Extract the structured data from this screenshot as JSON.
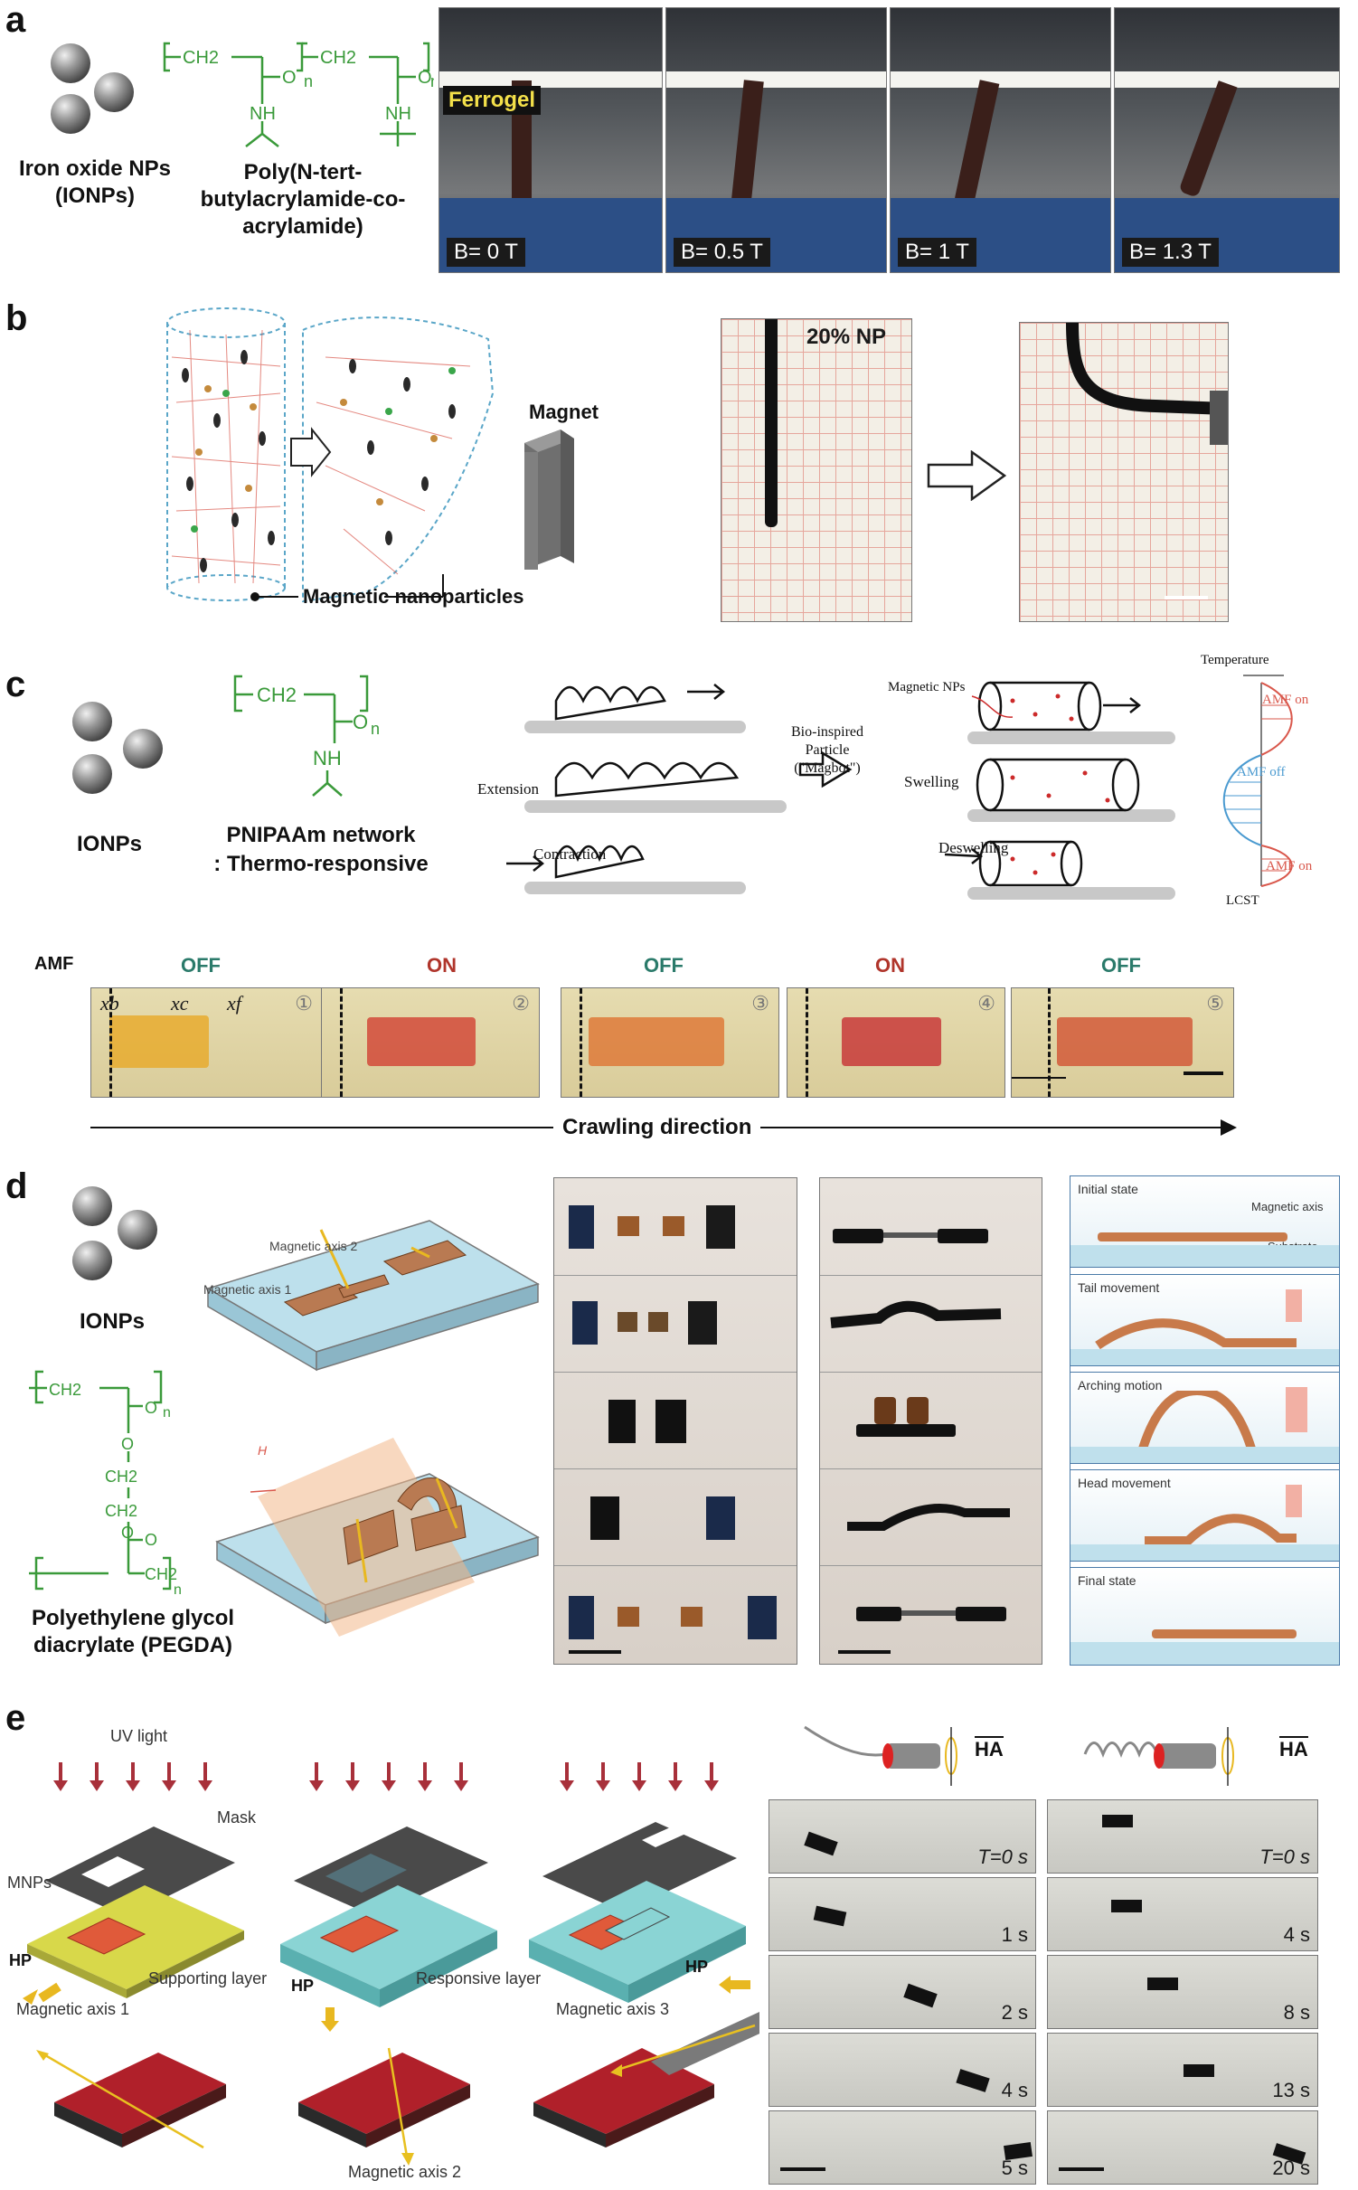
{
  "panels": {
    "a": {
      "label": "a",
      "ionp_label": "Iron oxide NPs\n(IONPs)",
      "polymer_label": "Poly(N-tert-\nbutylacrylamide-co-\nacrylamide)",
      "chem": {
        "ch2a": "CH2",
        "ch2b": "CH2",
        "n1": "n",
        "n2": "n",
        "nh1": "NH",
        "nh2": "NH",
        "o1": "O",
        "o2": "O"
      },
      "ferrogel_label": "Ferrogel",
      "field_labels": [
        "B= 0 T",
        "B= 0.5 T",
        "B= 1 T",
        "B= 1.3 T"
      ]
    },
    "b": {
      "label": "b",
      "magnet_label": "Magnet",
      "nanoparticles_label": "Magnetic nanoparticles",
      "np_percent_label": "20% NP"
    },
    "c": {
      "label": "c",
      "ionp_label": "IONPs",
      "network_label": "PNIPAAm network\n: Thermo-responsive",
      "chem": {
        "ch2": "CH2",
        "o": "O",
        "n": "n",
        "nh": "NH"
      },
      "schematic": {
        "extension": "Extension",
        "contraction": "Contraction",
        "bioinspired": "Bio-inspired\nParticle\n(\"Magbot\")",
        "magnetic_nps": "Magnetic NPs",
        "swelling": "Swelling",
        "deswelling": "Deswelling",
        "temperature": "Temperature",
        "amf_on_top": "AMF on",
        "amf_off": "AMF off",
        "amf_on_bottom": "AMF on",
        "lcst": "LCST"
      },
      "amf_row_label": "AMF",
      "amf_states": [
        "OFF",
        "ON",
        "OFF",
        "ON",
        "OFF"
      ],
      "frame_numbers": [
        "①",
        "②",
        "③",
        "④",
        "⑤"
      ],
      "x_markers": [
        "xb",
        "xc",
        "xf"
      ],
      "crawling_label": "Crawling direction"
    },
    "d": {
      "label": "d",
      "ionp_label": "IONPs",
      "pegda_label": "Polyethylene glycol\ndiacrylate (PEGDA)",
      "chem": {
        "ch2a": "CH2",
        "ch2b": "CH2",
        "ch2c": "CH2",
        "ch2d": "CH2",
        "o1": "O",
        "o2": "O",
        "o3": "O",
        "o4": "O",
        "n1": "n",
        "n2": "n"
      },
      "magnetic_axis_1": "Magnetic axis 1",
      "magnetic_axis_2": "Magnetic axis 2",
      "h_label": "H",
      "steps": [
        "Initial state",
        "Tail movement",
        "Arching motion",
        "Head movement",
        "Final state"
      ],
      "magnetic_axis_label": "Magnetic axis",
      "substrate_label": "Substrate"
    },
    "e": {
      "label": "e",
      "uv_label": "UV light",
      "mask_label": "Mask",
      "mnps_label": "MNPs",
      "supporting_label": "Supporting layer",
      "responsive_label": "Responsive layer",
      "hp_label": "HP",
      "axis_1": "Magnetic axis 1",
      "axis_2": "Magnetic axis 2",
      "axis_3": "Magnetic axis 3",
      "ha_label": "HA",
      "times_left": [
        "T=0 s",
        "1 s",
        "2 s",
        "4 s",
        "5 s"
      ],
      "times_right": [
        "T=0 s",
        "4 s",
        "8 s",
        "13 s",
        "20 s"
      ]
    }
  }
}
